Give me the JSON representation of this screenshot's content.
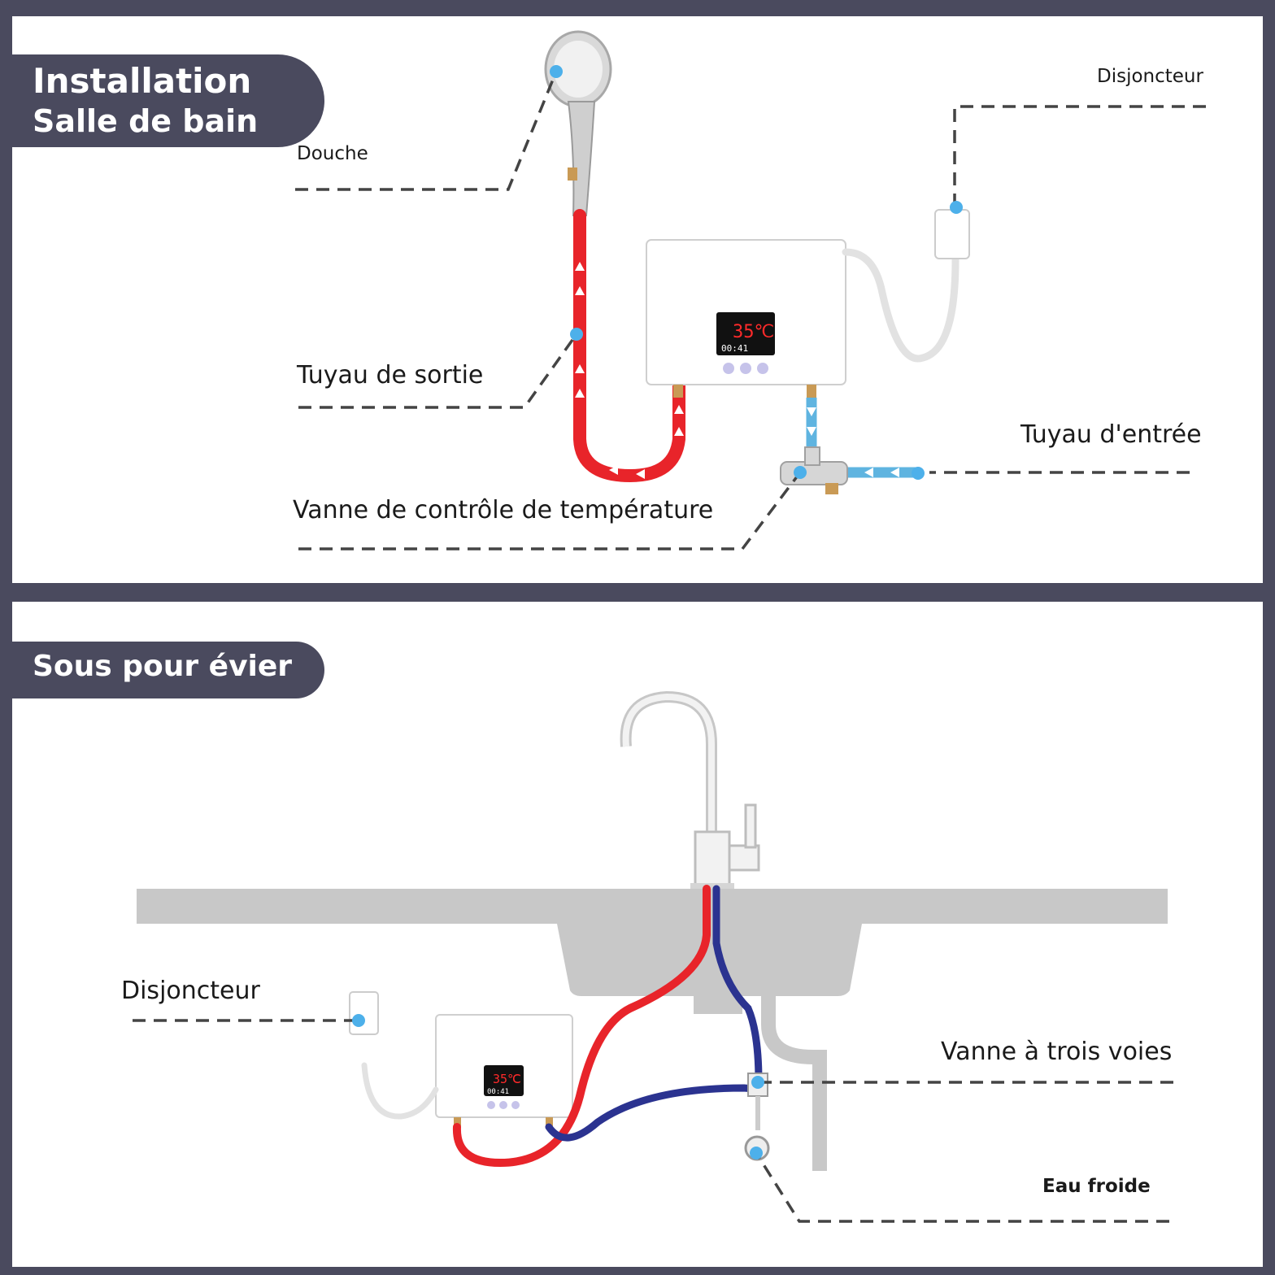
{
  "bathroom": {
    "title_line1": "Installation",
    "title_line2": "Salle de bain",
    "labels": {
      "shower": "Douche",
      "breaker": "Disjoncteur",
      "outlet_hose": "Tuyau de sortie",
      "inlet_hose": "Tuyau d'entrée",
      "temperature_valve": "Vanne de contrôle de température"
    },
    "display": {
      "temperature": "35℃",
      "time": "00:41"
    }
  },
  "sink": {
    "title": "Sous pour évier",
    "labels": {
      "breaker": "Disjoncteur",
      "three_way_valve": "Vanne à trois voies",
      "cold_water": "Eau froide"
    },
    "display": {
      "temperature": "35℃",
      "time": "00:41"
    }
  },
  "colors": {
    "frame": "#4a4a5e",
    "hot_water": "#e8242a",
    "cold_water": "#2b3390",
    "inlet_pipe": "#5fb4e0",
    "callout_dot": "#4db0ea",
    "leader_line": "#444444"
  }
}
